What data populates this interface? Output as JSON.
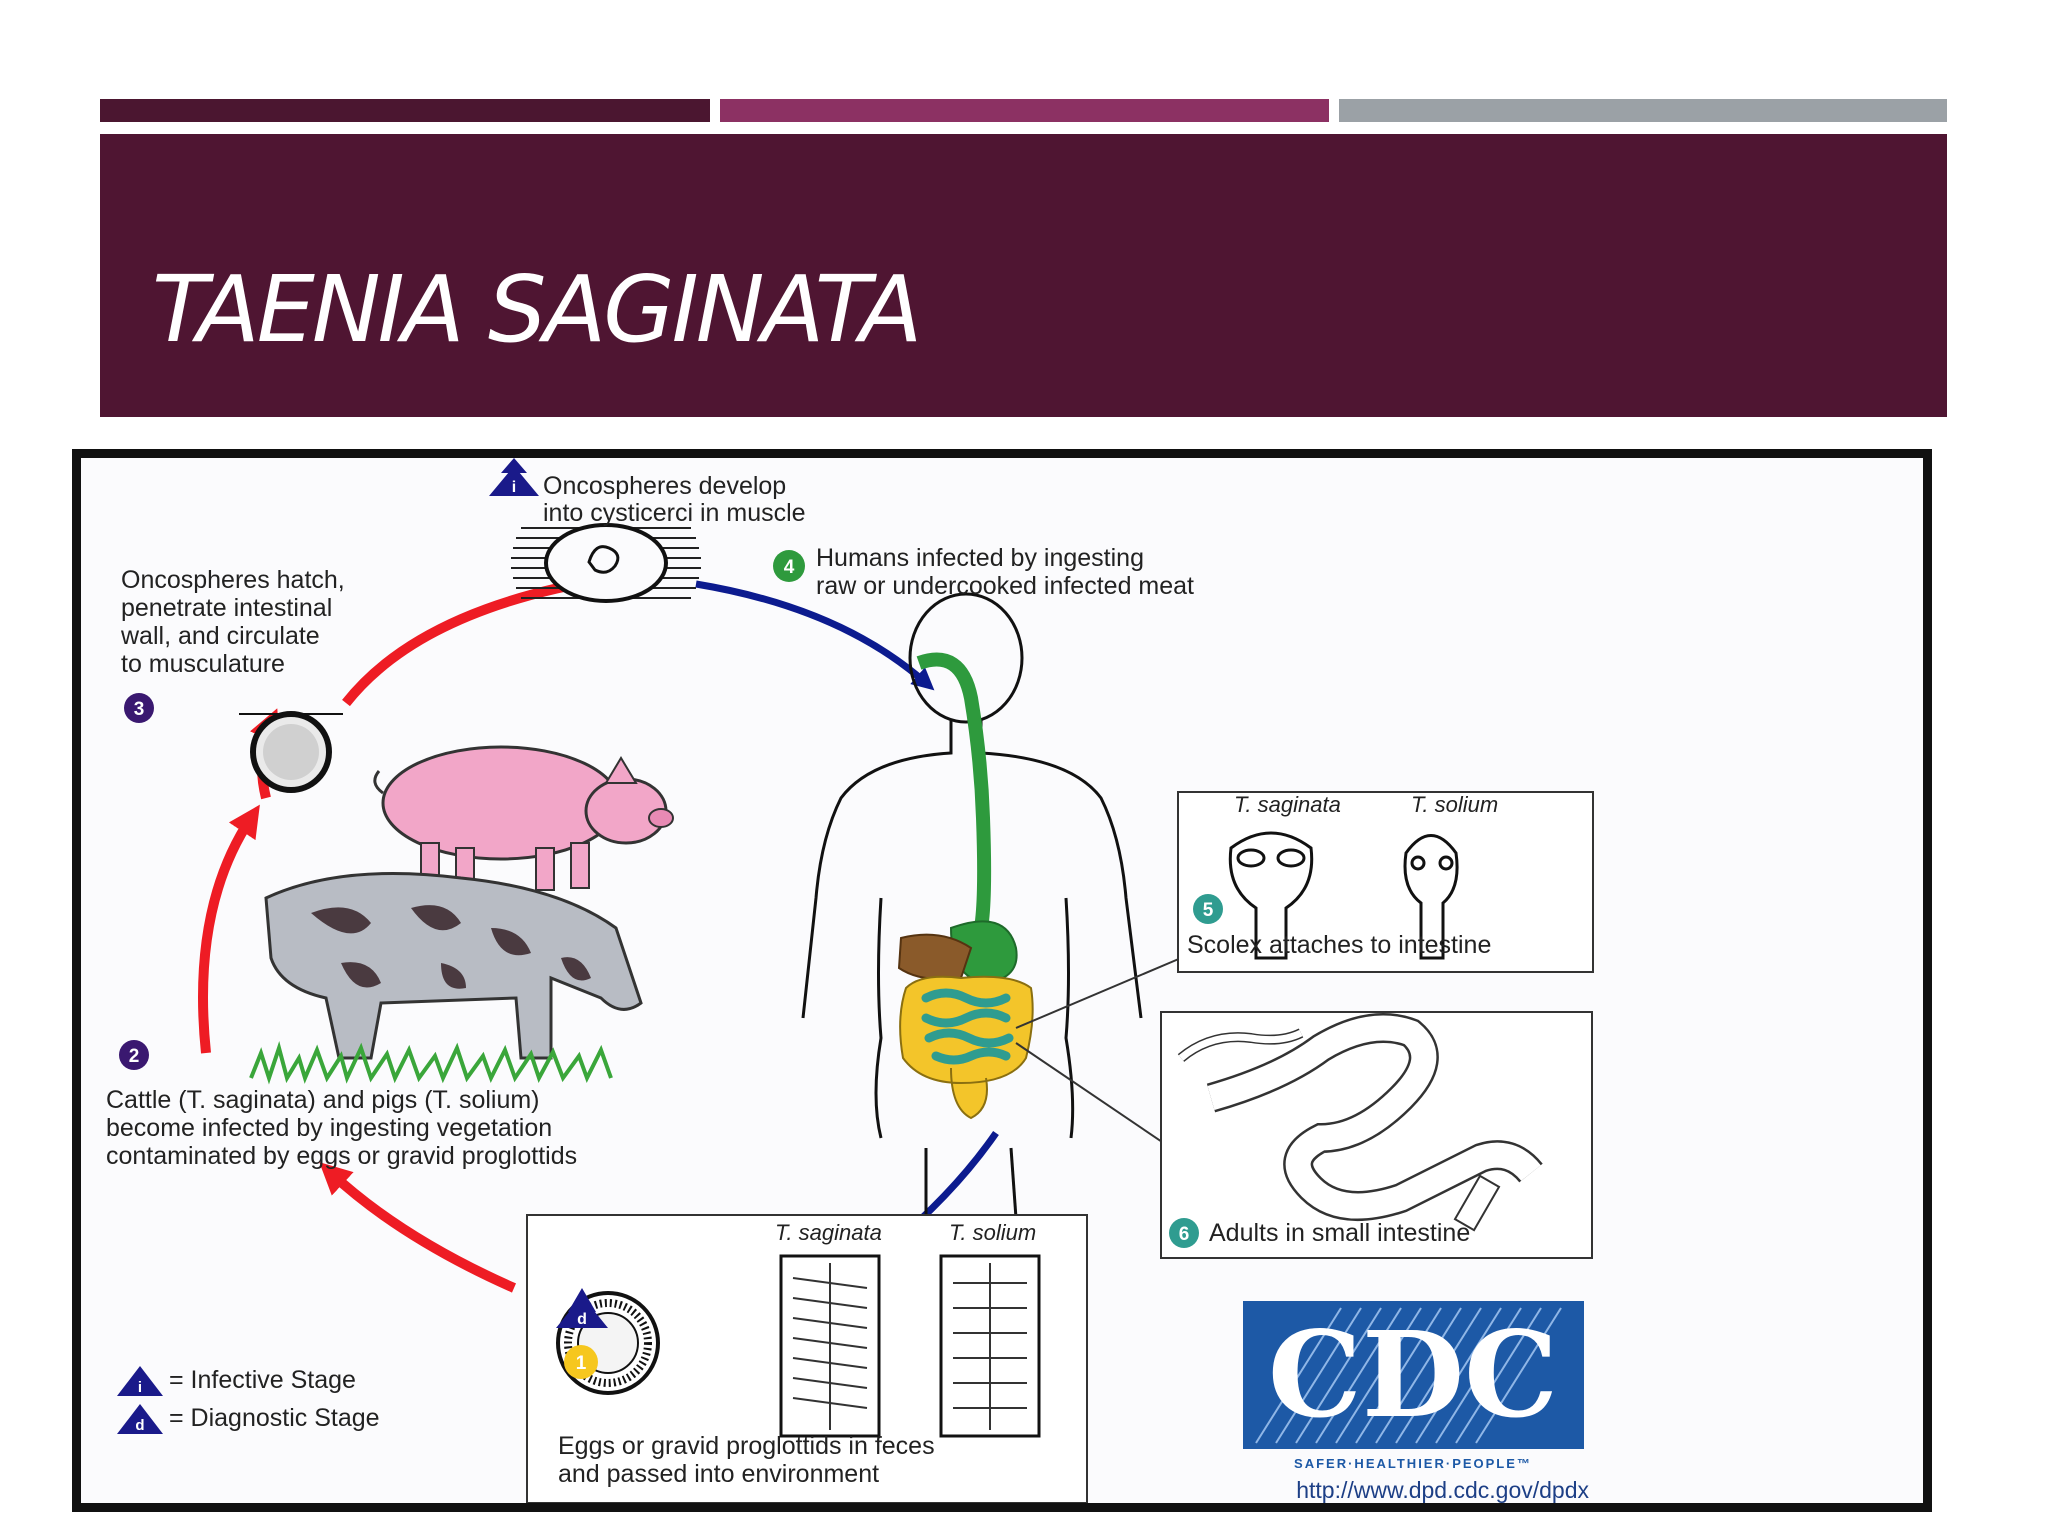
{
  "slide": {
    "title": "TAENIA SAGINATA",
    "colors": {
      "bar_left": "#4b1630",
      "bar_middle": "#8c3163",
      "bar_right": "#9ba1a6",
      "title_band": "#4f1532",
      "arrow_red": "#ee1c24",
      "arrow_blue": "#0c1b8f",
      "step_marker": "#3a1870",
      "step_marker_teal": "#2f9c90",
      "step_marker_green": "#2e9a3d",
      "step_marker_yellow": "#f6c71e",
      "cdc_blue": "#1d59a6"
    }
  },
  "diagram": {
    "muscle_label": [
      "Oncospheres develop",
      "into cysticerci in muscle"
    ],
    "step3_label": [
      "Oncospheres hatch,",
      "penetrate intestinal",
      "wall, and circulate",
      "to musculature"
    ],
    "step4_label": [
      "Humans infected by ingesting",
      "raw or undercooked infected meat"
    ],
    "step2_label": [
      "Cattle (T. saginata) and pigs (T. solium)",
      "become infected by ingesting vegetation",
      "contaminated by eggs or gravid proglottids"
    ],
    "step5_label": "Scolex attaches to intestine",
    "step6_label": "Adults in small intestine",
    "step1_label": [
      "Eggs or gravid proglottids in feces",
      "and passed into environment"
    ],
    "species_a": "T. saginata",
    "species_b": "T. solium",
    "markers": {
      "infective": "i",
      "diagnostic": "d",
      "s1": "1",
      "s2": "2",
      "s3": "3",
      "s4": "4",
      "s5": "5",
      "s6": "6"
    },
    "legend_infective": "= Infective Stage",
    "legend_diagnostic": "= Diagnostic Stage",
    "cdc_logo": "CDC",
    "cdc_tagline": "SAFER·HEALTHIER·PEOPLE™",
    "cdc_url": "http://www.dpd.cdc.gov/dpdx"
  }
}
